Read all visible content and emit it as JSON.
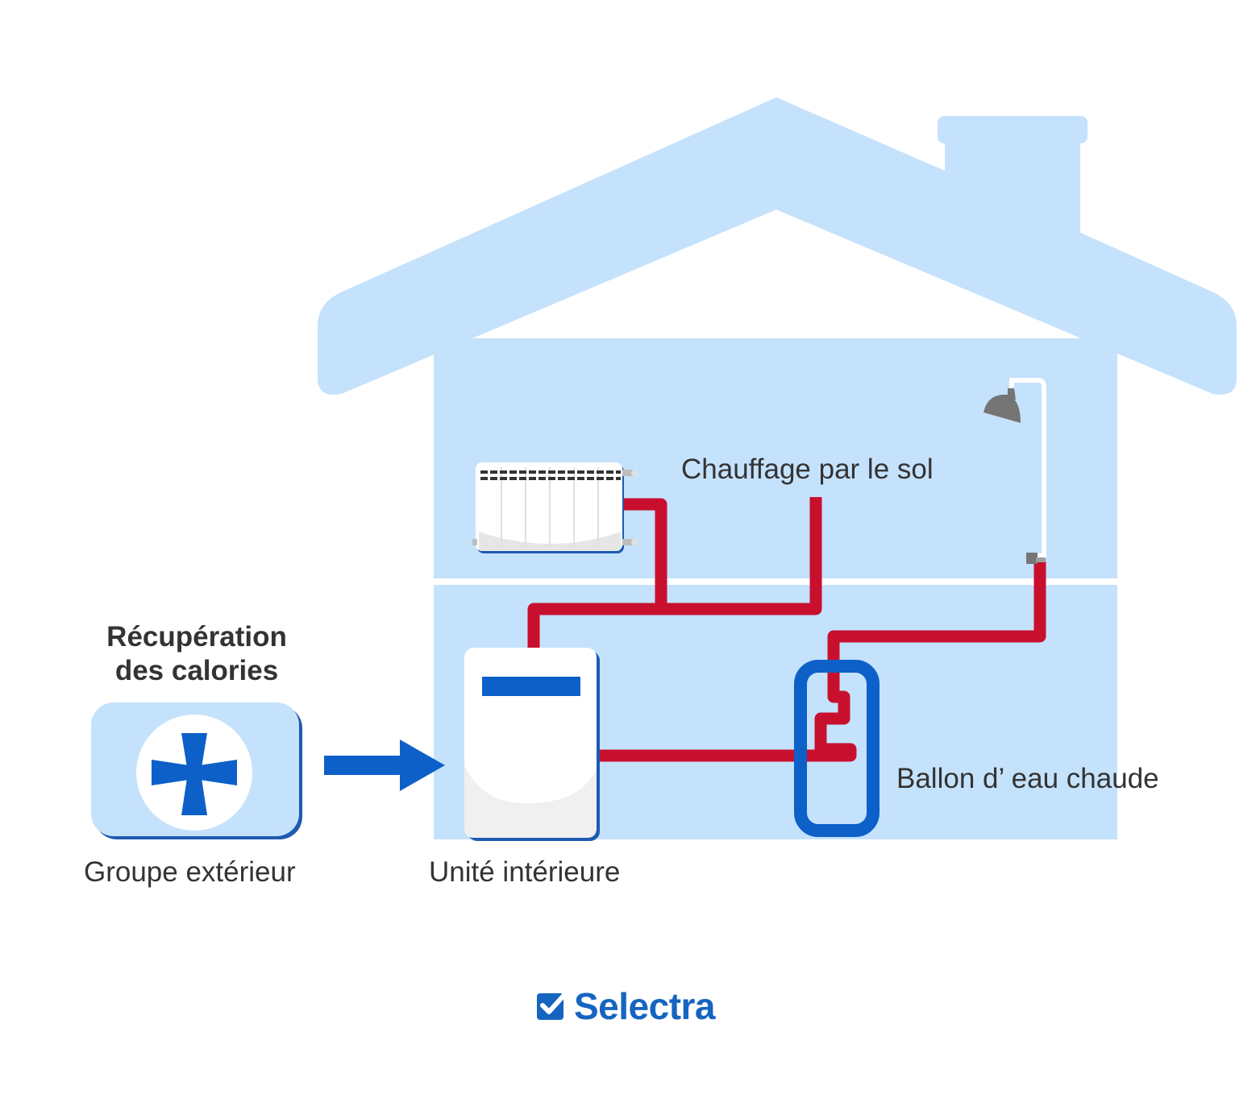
{
  "title_line1": "Récupération",
  "title_line2": "des calories",
  "labels": {
    "outdoor_unit": "Groupe extérieur",
    "indoor_unit": "Unité intérieure",
    "floor_heating": "Chauffage par le sol",
    "hot_water_tank": "Ballon d’ eau chaude"
  },
  "logo": {
    "text": "Selectra",
    "icon": "checkbox-check-icon"
  },
  "colors": {
    "house": "#c5e2fc",
    "pipe": "#c8102e",
    "accent_blue": "#0d60c8",
    "text": "#333333"
  },
  "icons": [
    "fan-icon",
    "arrow-right-icon",
    "radiator-icon",
    "shower-head-icon",
    "coil-icon"
  ]
}
